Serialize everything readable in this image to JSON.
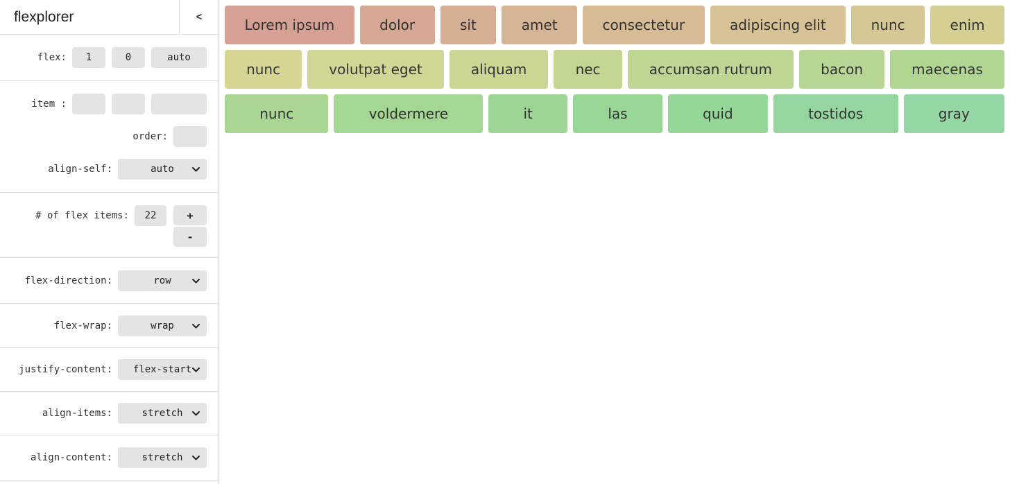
{
  "app": {
    "title": "flexplorer",
    "collapse_label": "<"
  },
  "theme": {
    "background": "#ffffff",
    "control_bg": "#e4e4e4",
    "divider": "#e0e0e0",
    "sidebar_border": "#cfcfcf",
    "label_text": "#333333",
    "control_text": "#222222",
    "item_text": "#333333"
  },
  "sidebar": {
    "flex": {
      "label": "flex:",
      "grow": "1",
      "shrink": "0",
      "basis": "auto"
    },
    "item": {
      "label": "item :",
      "grow": "",
      "shrink": "",
      "basis": ""
    },
    "order": {
      "label": "order:",
      "value": ""
    },
    "align_self": {
      "label": "align-self:",
      "value": "auto"
    },
    "count": {
      "label": "# of flex items:",
      "value": "22",
      "increment_label": "+",
      "decrement_label": "-"
    },
    "flex_direction": {
      "label": "flex-direction:",
      "value": "row"
    },
    "flex_wrap": {
      "label": "flex-wrap:",
      "value": "wrap"
    },
    "justify_content": {
      "label": "justify-content:",
      "value": "flex-start"
    },
    "align_items": {
      "label": "align-items:",
      "value": "stretch"
    },
    "align_content": {
      "label": "align-content:",
      "value": "stretch"
    }
  },
  "main": {
    "rows": [
      [
        {
          "label": "Lorem ipsum",
          "color": "#d6a194"
        },
        {
          "label": "dolor",
          "color": "#d6a894"
        },
        {
          "label": "sit",
          "color": "#d6ae94"
        },
        {
          "label": "amet",
          "color": "#d6b594"
        },
        {
          "label": "consectetur",
          "color": "#d6bb94"
        },
        {
          "label": "adipiscing elit",
          "color": "#d6c294"
        },
        {
          "label": "nunc",
          "color": "#d6c894"
        },
        {
          "label": "enim",
          "color": "#d6cf94"
        }
      ],
      [
        {
          "label": "nunc",
          "color": "#d6d594"
        },
        {
          "label": "volutpat eget",
          "color": "#d1d694"
        },
        {
          "label": "aliquam",
          "color": "#cbd694"
        },
        {
          "label": "nec",
          "color": "#c4d694"
        },
        {
          "label": "accumsan rutrum",
          "color": "#bed694"
        },
        {
          "label": "bacon",
          "color": "#b7d694"
        },
        {
          "label": "maecenas",
          "color": "#b1d694"
        }
      ],
      [
        {
          "label": "nunc",
          "color": "#aad694"
        },
        {
          "label": "voldermere",
          "color": "#a4d694"
        },
        {
          "label": "it",
          "color": "#9dd694"
        },
        {
          "label": "las",
          "color": "#97d694"
        },
        {
          "label": "quid",
          "color": "#94d697"
        },
        {
          "label": "tostidos",
          "color": "#94d69e"
        },
        {
          "label": "gray",
          "color": "#94d6a4"
        }
      ]
    ]
  }
}
